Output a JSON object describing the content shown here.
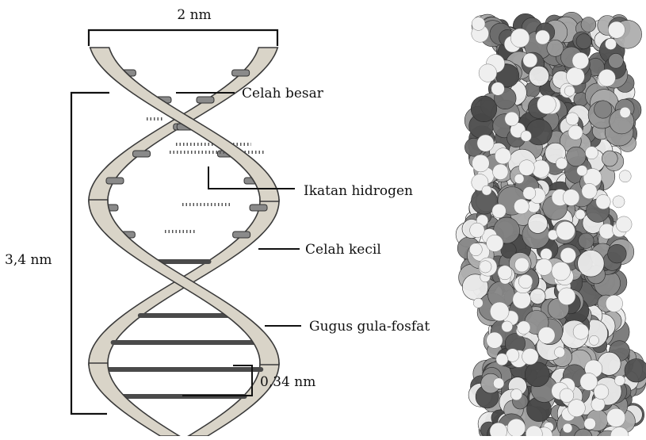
{
  "labels": {
    "width": "2 nm",
    "pitch": "3,4 nm",
    "major_groove": "Celah besar",
    "hydrogen_bonds": "Ikatan hidrogen",
    "minor_groove": "Celah kecil",
    "backbone": "Gugus gula-fosfat",
    "base_spacing": "0,34 nm"
  },
  "colors": {
    "strand_fill": "#d9d4c8",
    "strand_stroke": "#3a3a3a",
    "rung": "#4a4a4a",
    "line": "#111111",
    "model_dark": "#4b4b4b",
    "model_light": "#efefef"
  },
  "icons": {
    "space_filling_model": "space-filling-dna-model"
  }
}
